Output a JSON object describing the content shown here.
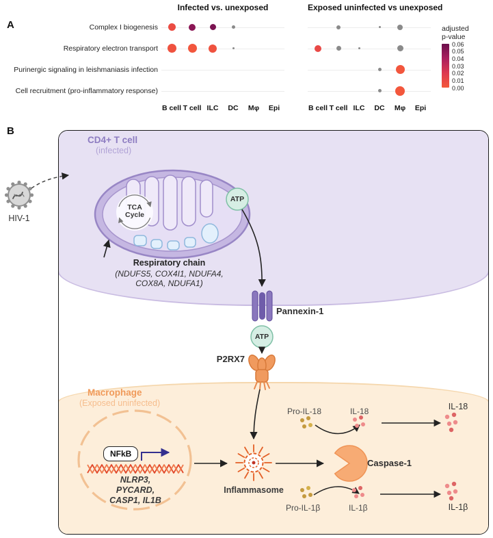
{
  "panelA": {
    "label": "A",
    "legend_title": [
      "adjusted",
      "p-value"
    ]
  },
  "panelB": {
    "label": "B",
    "tcell_title": "CD4+ T cell",
    "tcell_subtitle": "(infected)",
    "hiv_label": "HIV-1",
    "tca_label": "TCA Cycle",
    "atp_mito": "ATP",
    "atp_released": "ATP",
    "resp_chain_title": "Respiratory chain",
    "resp_chain_genes": [
      "(NDUFS5, COX4I1, NDUFA4,",
      "COX8A, NDUFA1)"
    ],
    "pannexin_label": "Pannexin-1",
    "p2rx7_label": "P2RX7",
    "macrophage_title": "Macrophage",
    "macrophage_subtitle": "(Exposed uninfected)",
    "nfkb_label": "NFkB",
    "nucleus_genes": [
      "NLRP3,",
      "PYCARD,",
      "CASP1, IL1B"
    ],
    "inflammasome_label": "Inflammasome",
    "caspase_label": "Caspase-1",
    "pro_il18_label": "Pro-IL-18",
    "il18_label": "IL-18",
    "il18_secreted_label": "IL-18",
    "pro_il1b_label": "Pro-IL-1β",
    "il1b_label": "IL-1β",
    "il1b_secreted_label": "IL-1β"
  },
  "colors": {
    "tcell_fill": "#e7e1f3",
    "tcell_border": "#c9bce2",
    "macrophage_fill": "#fdeeda",
    "macrophage_border": "#f5d7ad",
    "inflammasome_orange": "#e35f26",
    "caspase_orange": "#f7ab74",
    "pro_cytokine_gold": "#c49a3f",
    "cytokine_pink": "#ee8b8b"
  },
  "chart_data": {
    "type": "dotplot",
    "rows": [
      "Complex I biogenesis",
      "Respiratory electron transport",
      "Purinergic signaling in leishmaniasis infection",
      "Cell recruitment (pro-inflammatory response)"
    ],
    "columns": [
      "B cell",
      "T cell",
      "ILC",
      "DC",
      "Mφ",
      "Epi"
    ],
    "color_scale": {
      "label": "adjusted p-value",
      "ticks": [
        "0.06",
        "0.05",
        "0.04",
        "0.03",
        "0.02",
        "0.01",
        "0.00"
      ],
      "stops": [
        [
          0,
          "#f4593b"
        ],
        [
          0.02,
          "#dd3850"
        ],
        [
          0.04,
          "#aa1e5e"
        ],
        [
          0.06,
          "#6b0f4c"
        ]
      ],
      "na_color": "#8a8a8a"
    },
    "panels": [
      {
        "title": "Infected vs. unexposed",
        "dots": [
          {
            "row": 0,
            "col": 0,
            "d": 11,
            "p": 0.008
          },
          {
            "row": 0,
            "col": 1,
            "d": 10,
            "p": 0.05
          },
          {
            "row": 0,
            "col": 2,
            "d": 9,
            "p": 0.055
          },
          {
            "row": 0,
            "col": 3,
            "d": 5,
            "p": null
          },
          {
            "row": 1,
            "col": 0,
            "d": 13,
            "p": 0.004
          },
          {
            "row": 1,
            "col": 1,
            "d": 13,
            "p": 0.002
          },
          {
            "row": 1,
            "col": 2,
            "d": 12,
            "p": 0.004
          },
          {
            "row": 1,
            "col": 3,
            "d": 3,
            "p": null
          }
        ]
      },
      {
        "title": "Exposed uninfected vs unexposed",
        "dots": [
          {
            "row": 0,
            "col": 1,
            "d": 6,
            "p": null
          },
          {
            "row": 0,
            "col": 3,
            "d": 3,
            "p": null
          },
          {
            "row": 0,
            "col": 4,
            "d": 8,
            "p": null
          },
          {
            "row": 1,
            "col": 0,
            "d": 10,
            "p": 0.01
          },
          {
            "row": 1,
            "col": 1,
            "d": 7,
            "p": null
          },
          {
            "row": 1,
            "col": 2,
            "d": 3,
            "p": null
          },
          {
            "row": 1,
            "col": 4,
            "d": 9,
            "p": null
          },
          {
            "row": 2,
            "col": 3,
            "d": 5,
            "p": null
          },
          {
            "row": 2,
            "col": 4,
            "d": 13,
            "p": 0.002
          },
          {
            "row": 3,
            "col": 3,
            "d": 5,
            "p": null
          },
          {
            "row": 3,
            "col": 4,
            "d": 14,
            "p": 0.001
          }
        ]
      }
    ]
  }
}
